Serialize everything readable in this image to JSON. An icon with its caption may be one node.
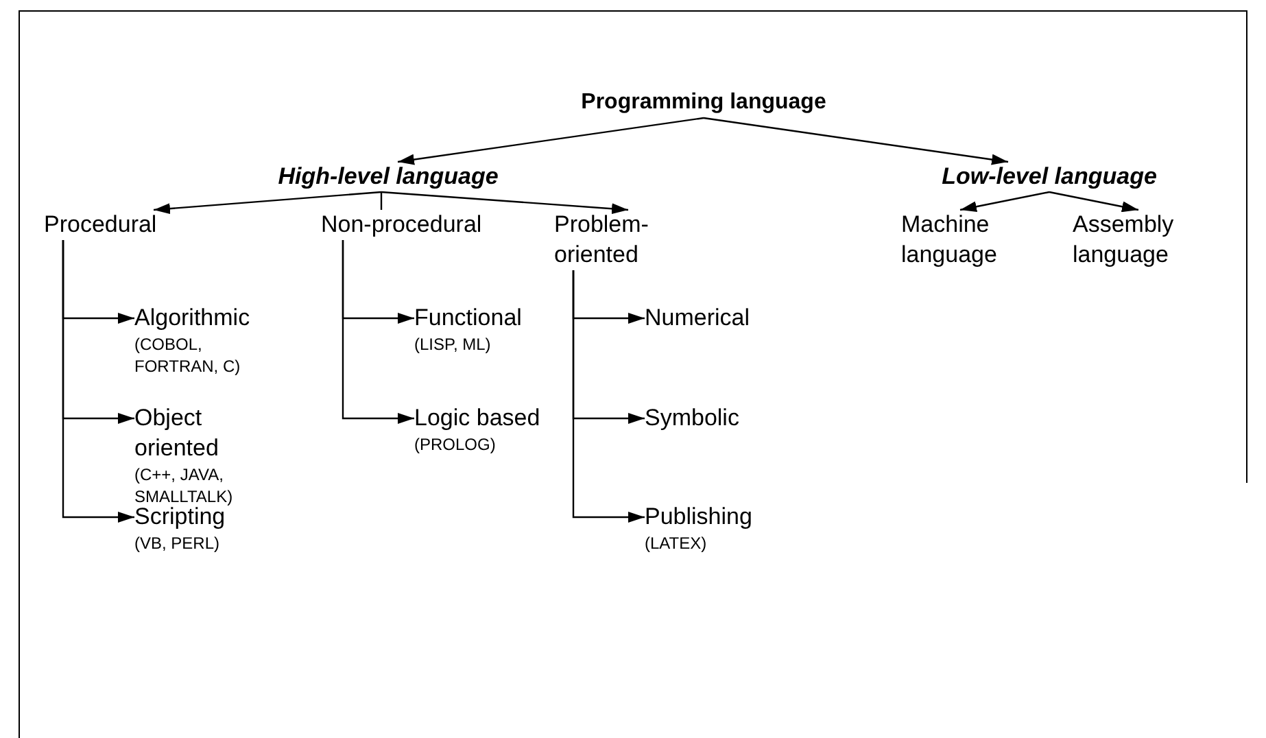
{
  "diagram": {
    "nodes": [
      {
        "text": [
          "Programming language"
        ]
      },
      {
        "text": [
          "High-level language"
        ]
      },
      {
        "text": [
          "Low-level language"
        ]
      },
      {
        "text": [
          "Procedural"
        ]
      },
      {
        "text": [
          "Non-procedural"
        ]
      },
      {
        "text": [
          "Problem-oriented"
        ]
      },
      {
        "text": [
          "Machine language"
        ]
      },
      {
        "text": [
          "Assembly language"
        ]
      },
      {
        "text": [
          "Algorithmic",
          "(COBOL, FORTRAN, C)"
        ]
      },
      {
        "text": [
          "Object oriented",
          "(C++, JAVA, SMALLTALK)"
        ]
      },
      {
        "text": [
          "Scripting",
          "(VB, PERL)"
        ]
      },
      {
        "text": [
          "Functional",
          "(LISP, ML)"
        ]
      },
      {
        "text": [
          "Logic based",
          "(PROLOG)"
        ]
      },
      {
        "text": [
          "Numerical"
        ]
      },
      {
        "text": [
          "Symbolic"
        ]
      },
      {
        "text": [
          "Publishing",
          "(LATEX)"
        ]
      }
    ],
    "edges": [
      {
        "from": 0,
        "to": 1,
        "arrow": "to"
      },
      {
        "from": 0,
        "to": 2,
        "arrow": "to"
      },
      {
        "from": 1,
        "to": 3,
        "arrow": "to"
      },
      {
        "from": 1,
        "to": 4,
        "arrow": "none"
      },
      {
        "from": 1,
        "to": 5,
        "arrow": "to"
      },
      {
        "from": 2,
        "to": 6,
        "arrow": "to"
      },
      {
        "from": 2,
        "to": 7,
        "arrow": "to"
      },
      {
        "from": 3,
        "to": 8,
        "arrow": "to"
      },
      {
        "from": 3,
        "to": 9,
        "arrow": "to"
      },
      {
        "from": 3,
        "to": 10,
        "arrow": "to"
      },
      {
        "from": 4,
        "to": 11,
        "arrow": "to"
      },
      {
        "from": 4,
        "to": 12,
        "arrow": "to"
      },
      {
        "from": 5,
        "to": 13,
        "arrow": "to"
      },
      {
        "from": 5,
        "to": 14,
        "arrow": "to"
      },
      {
        "from": 5,
        "to": 15,
        "arrow": "to"
      }
    ]
  }
}
